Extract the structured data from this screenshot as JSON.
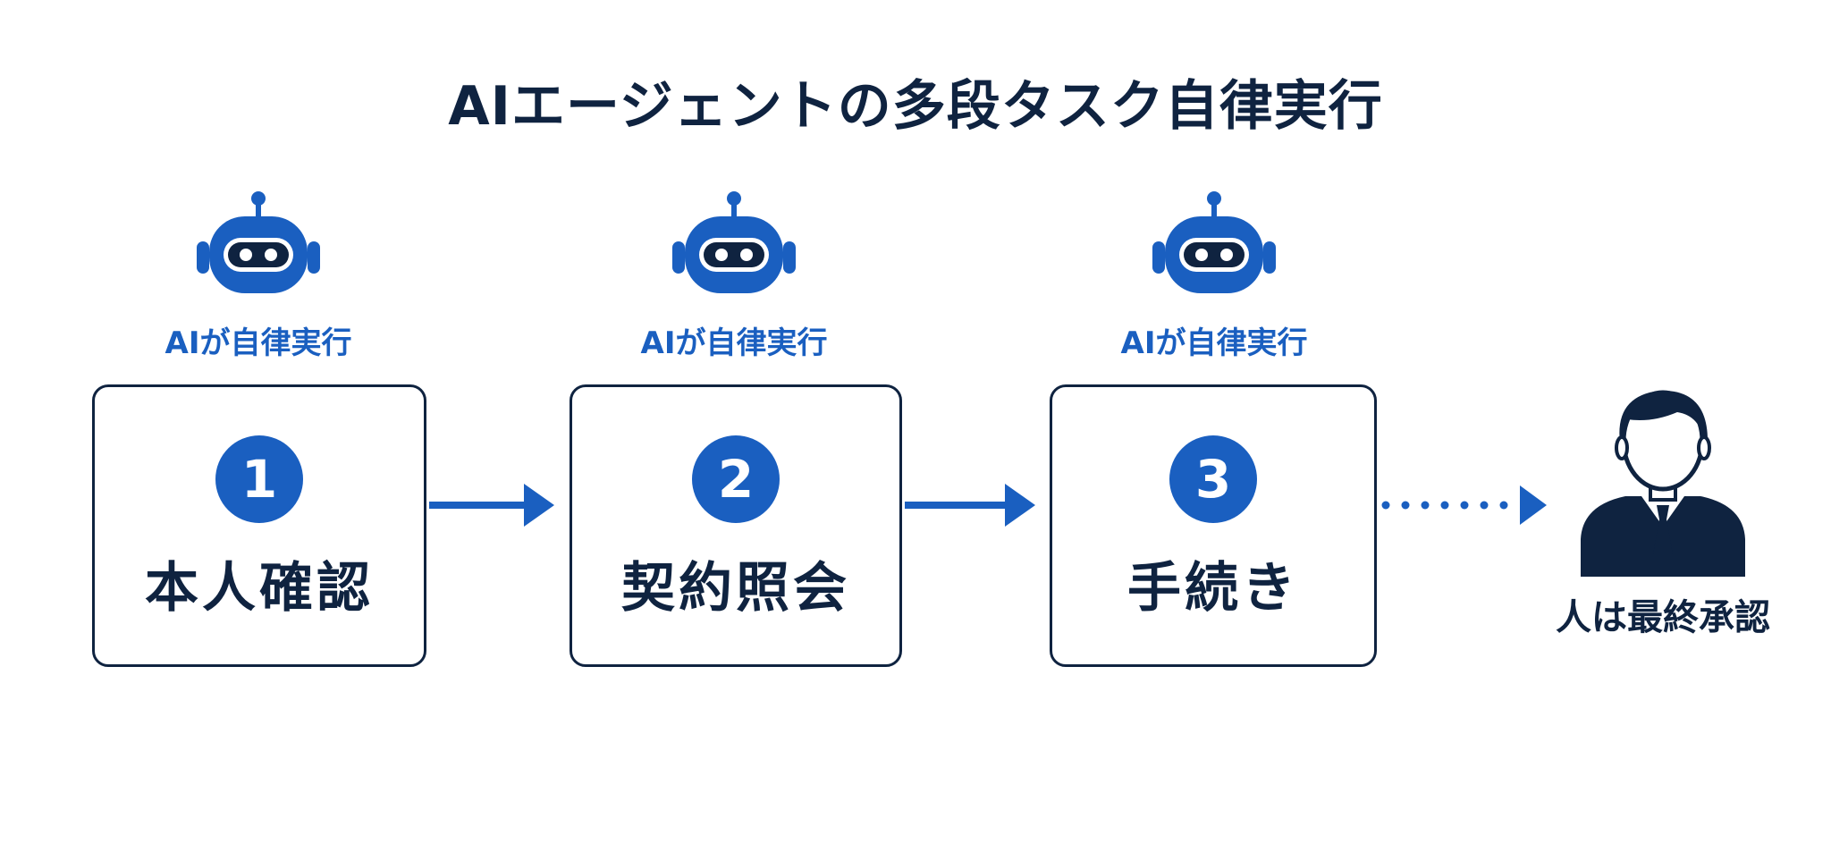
{
  "title": "AIエージェントの多段タスク自律実行",
  "robot_label": "AIが自律実行",
  "steps": [
    {
      "number": "1",
      "label": "本人確認"
    },
    {
      "number": "2",
      "label": "契約照会"
    },
    {
      "number": "3",
      "label": "手続き"
    }
  ],
  "final": {
    "label": "人は最終承認"
  },
  "colors": {
    "accent": "#1a5fc0",
    "dark": "#0f2340",
    "background": "#ffffff"
  },
  "icons": {
    "agent": "robot-icon",
    "approver": "person-icon"
  }
}
